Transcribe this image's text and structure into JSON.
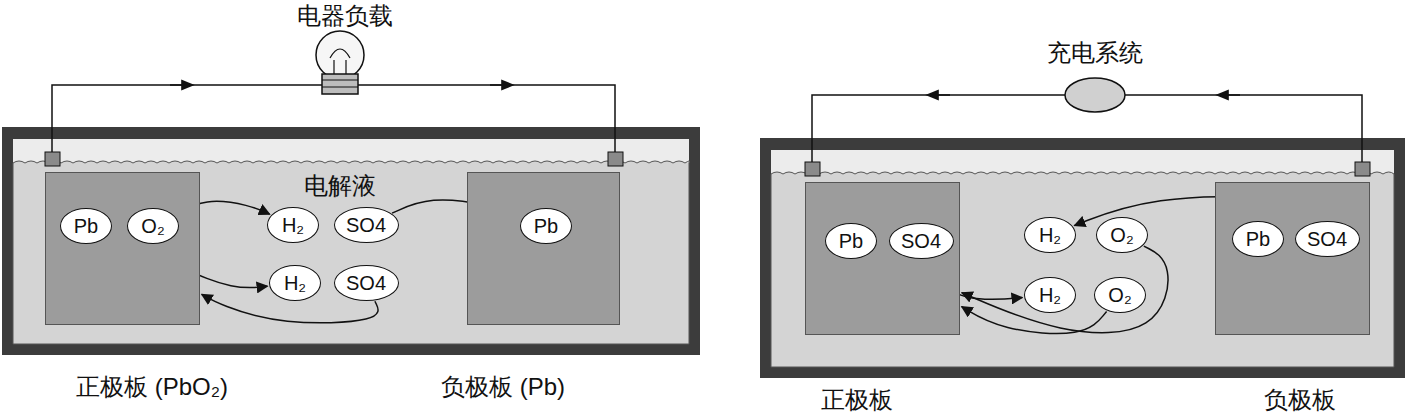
{
  "diagram": {
    "nodes": [
      {
        "text": [
          "正极板 (PbO₂)"
        ]
      },
      {
        "text": [
          "Pb"
        ],
        "in": 0
      },
      {
        "text": [
          "O₂"
        ],
        "in": 0
      },
      {
        "text": [
          "H₂"
        ]
      },
      {
        "text": [
          "SO4"
        ]
      },
      {
        "text": [
          "负极板 (Pb)"
        ]
      },
      {
        "text": [
          "Pb"
        ],
        "in": 5
      },
      {
        "text": [
          "H₂"
        ]
      },
      {
        "text": [
          "SO4"
        ]
      },
      {
        "text": [
          "正极板"
        ]
      },
      {
        "text": [
          "Pb"
        ],
        "in": 9
      },
      {
        "text": [
          "SO4"
        ],
        "in": 9
      },
      {
        "text": [
          "H₂"
        ]
      },
      {
        "text": [
          "O₂"
        ]
      },
      {
        "text": [
          "负极板"
        ]
      },
      {
        "text": [
          "Pb"
        ],
        "in": 14
      },
      {
        "text": [
          "SO4"
        ],
        "in": 14
      },
      {
        "text": [
          "H₂"
        ]
      },
      {
        "text": [
          "O₂"
        ]
      }
    ],
    "edges": [
      {
        "from": 2,
        "to": 3,
        "arrow": "to"
      },
      {
        "from": 2,
        "to": 7,
        "arrow": "to"
      },
      {
        "from": 4,
        "to": 6,
        "arrow": "to"
      },
      {
        "from": 8,
        "to": 0,
        "arrow": "to"
      },
      {
        "from": 16,
        "to": 12,
        "arrow": "to"
      },
      {
        "from": 11,
        "to": 17,
        "arrow": "to"
      },
      {
        "from": 13,
        "to": 9,
        "arrow": "to"
      },
      {
        "from": 18,
        "to": 9,
        "arrow": "to"
      }
    ],
    "labels": [
      "电器负载",
      "电解液",
      "充电系统"
    ]
  }
}
